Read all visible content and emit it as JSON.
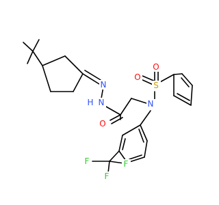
{
  "atoms": {
    "n_imine": {
      "symbol": "N",
      "color": "#3050F8"
    },
    "n_hydrazide": {
      "symbol": "N",
      "color": "#3050F8"
    },
    "h_hydrazide": {
      "symbol": "H",
      "color": "#3050F8"
    },
    "o_carbonyl": {
      "symbol": "O",
      "color": "#FF0D0D"
    },
    "n_sulfonamide": {
      "symbol": "N",
      "color": "#3050F8"
    },
    "s_sulfonyl": {
      "symbol": "S",
      "color": "#C8A000"
    },
    "o_sulfonyl_1": {
      "symbol": "O",
      "color": "#FF0D0D"
    },
    "o_sulfonyl_2": {
      "symbol": "O",
      "color": "#FF0D0D"
    },
    "f_1": {
      "symbol": "F",
      "color": "#33CC33"
    },
    "f_2": {
      "symbol": "F",
      "color": "#33CC33"
    },
    "f_3": {
      "symbol": "F",
      "color": "#33CC33"
    }
  }
}
